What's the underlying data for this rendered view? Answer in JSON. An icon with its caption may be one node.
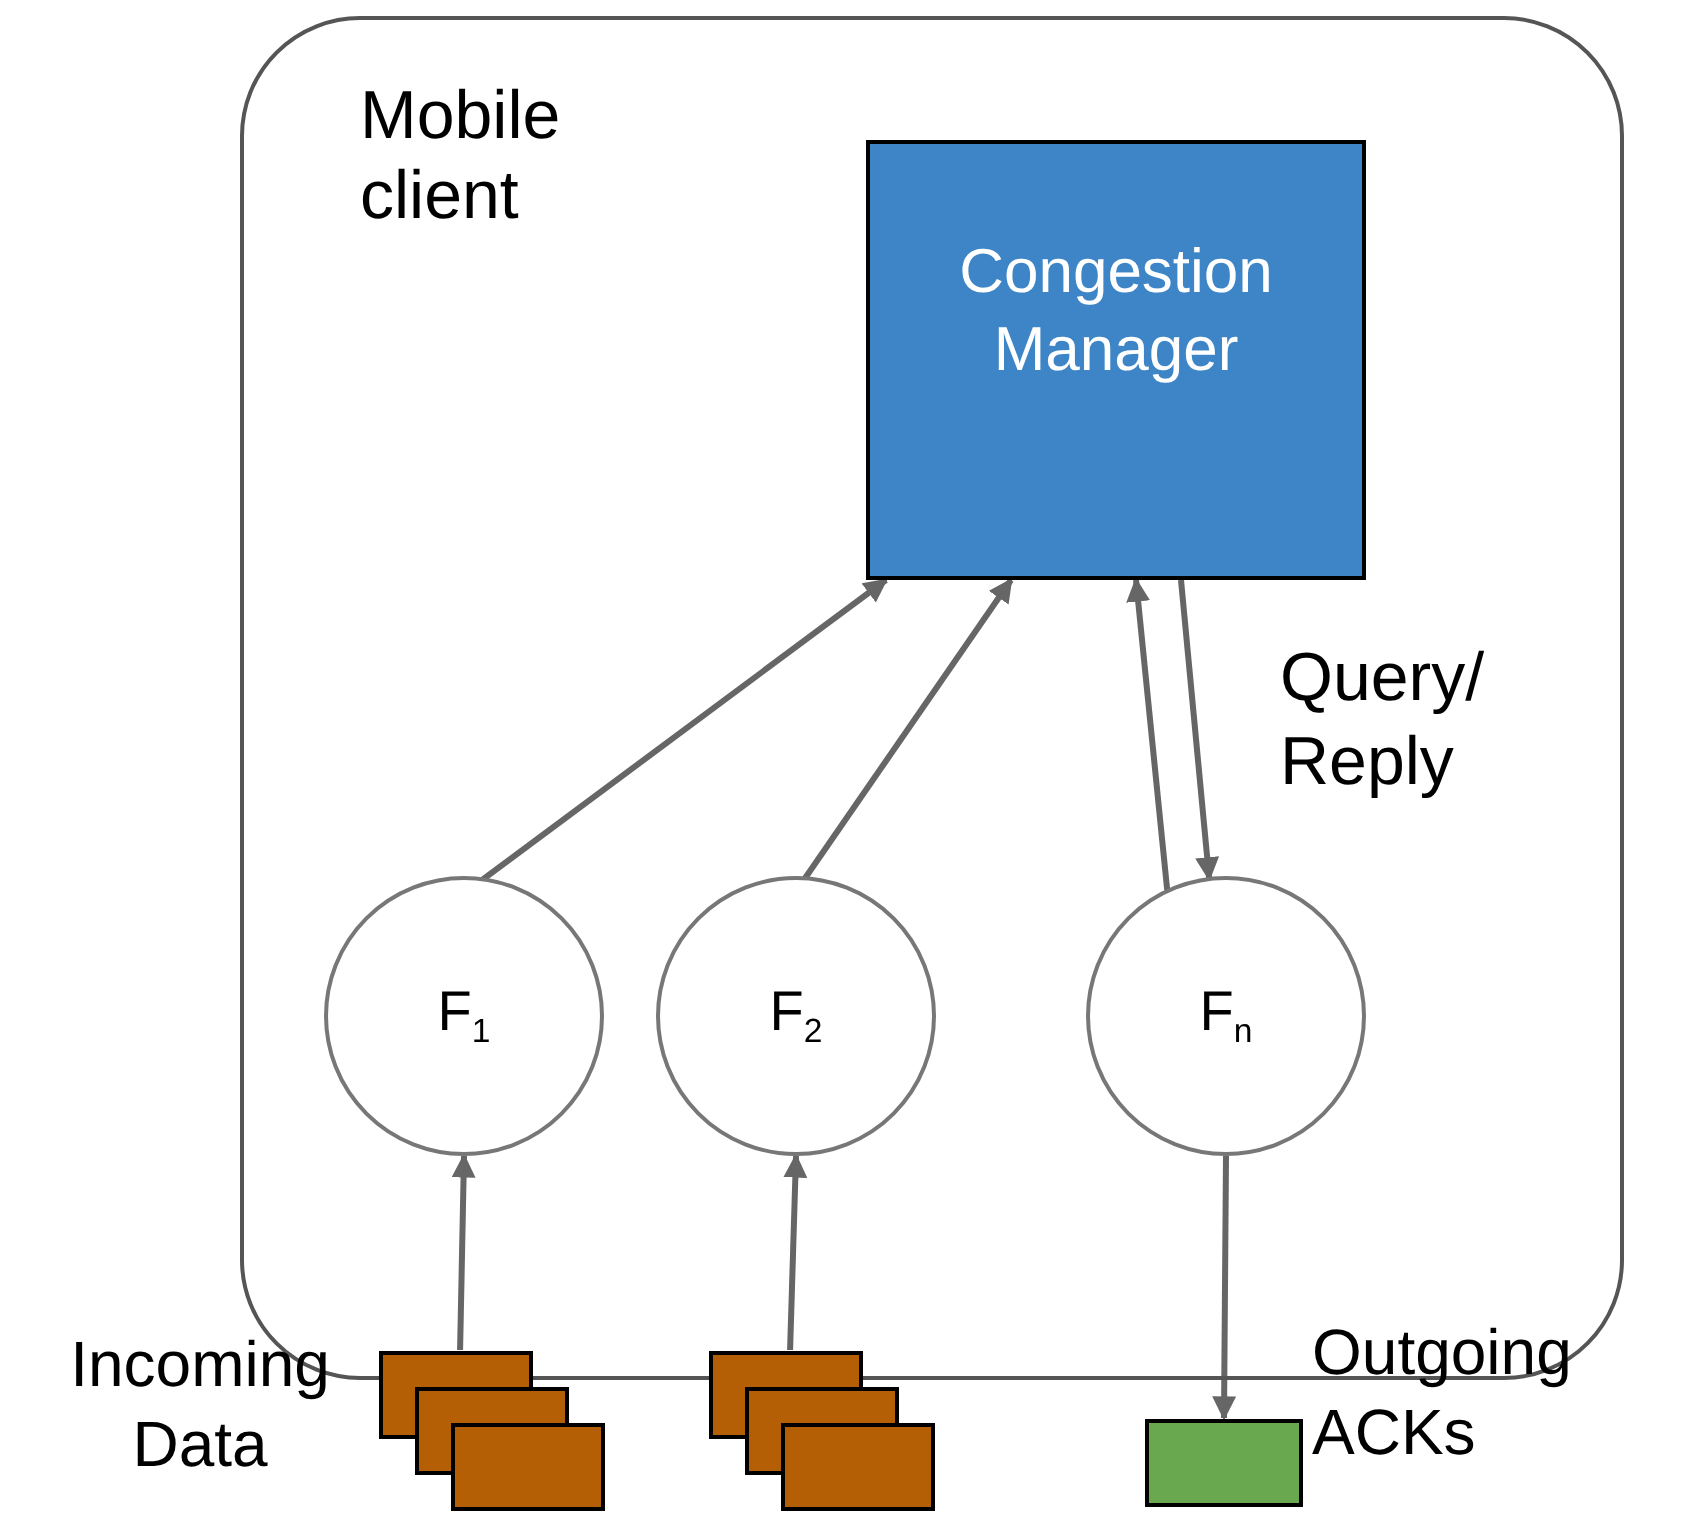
{
  "diagram": {
    "nodes": [
      {
        "text": [
          "Mobile client"
        ]
      },
      {
        "text": [
          "Congestion Manager"
        ],
        "in": 0
      },
      {
        "text": [
          "F$_{1}$"
        ],
        "in": 0
      },
      {
        "text": [
          "F$_{2}$"
        ],
        "in": 0
      },
      {
        "text": [
          "F$_{n}$"
        ],
        "in": 0
      },
      {
        "text": [],
        "shape": "box",
        "beside": [
          "Incoming Data"
        ]
      },
      {
        "text": [],
        "shape": "box"
      },
      {
        "text": [],
        "shape": "box",
        "beside": [
          "Outgoing ACKs"
        ]
      }
    ],
    "edges": [
      {
        "from": 5,
        "to": 2,
        "arrow": "to"
      },
      {
        "from": 6,
        "to": 3,
        "arrow": "to"
      },
      {
        "from": 4,
        "to": 7,
        "arrow": "to"
      },
      {
        "from": 2,
        "to": 1,
        "arrow": "to"
      },
      {
        "from": 3,
        "to": 1,
        "arrow": "to"
      },
      {
        "from": 4,
        "to": 1,
        "arrow": "to"
      },
      {
        "from": 1,
        "to": 4,
        "arrow": "to",
        "label": "Query/ Reply"
      }
    ]
  }
}
